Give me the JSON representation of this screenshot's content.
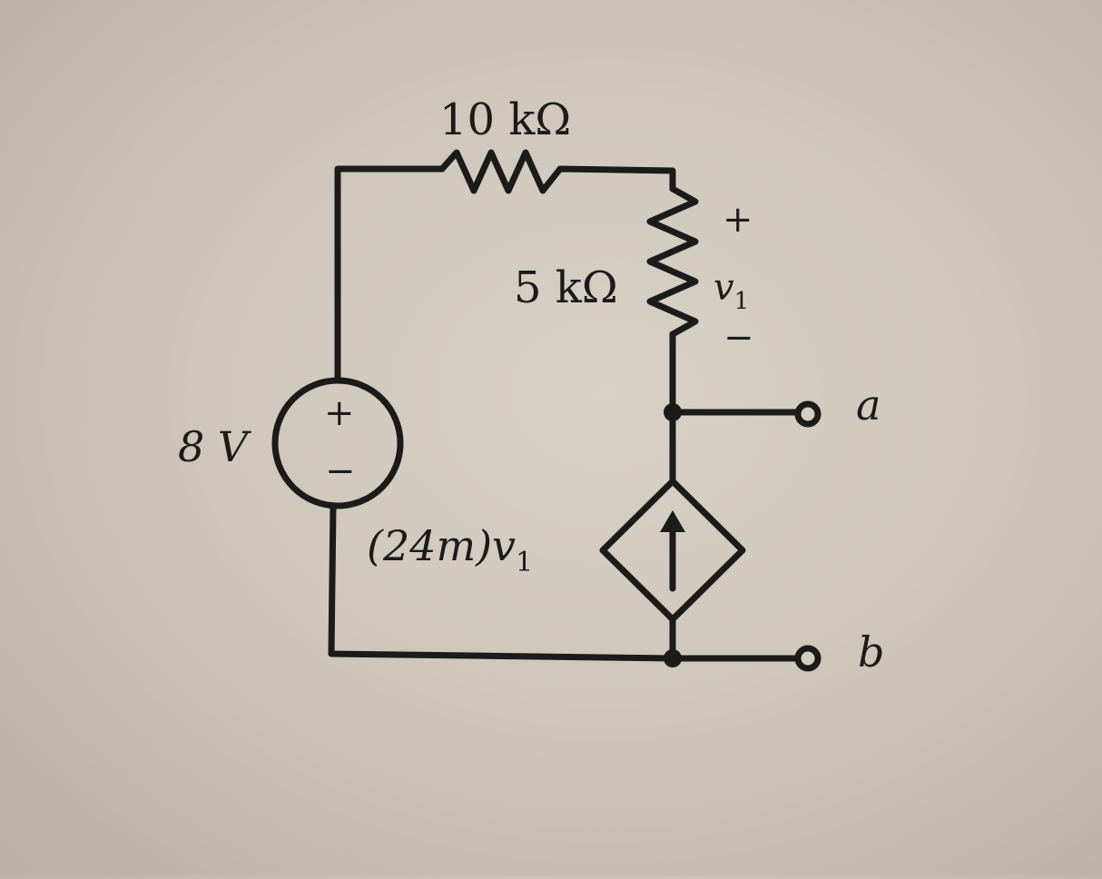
{
  "circuit": {
    "labels": {
      "r1": "10 kΩ",
      "r2": "5 kΩ",
      "source": "8 V",
      "source_plus": "+",
      "source_minus": "−",
      "dep_source": "(24m)v",
      "dep_sub": "1",
      "v1_plus": "+",
      "v1_var": "v",
      "v1_sub": "1",
      "v1_minus": "−",
      "terminal_a": "a",
      "terminal_b": "b"
    }
  }
}
